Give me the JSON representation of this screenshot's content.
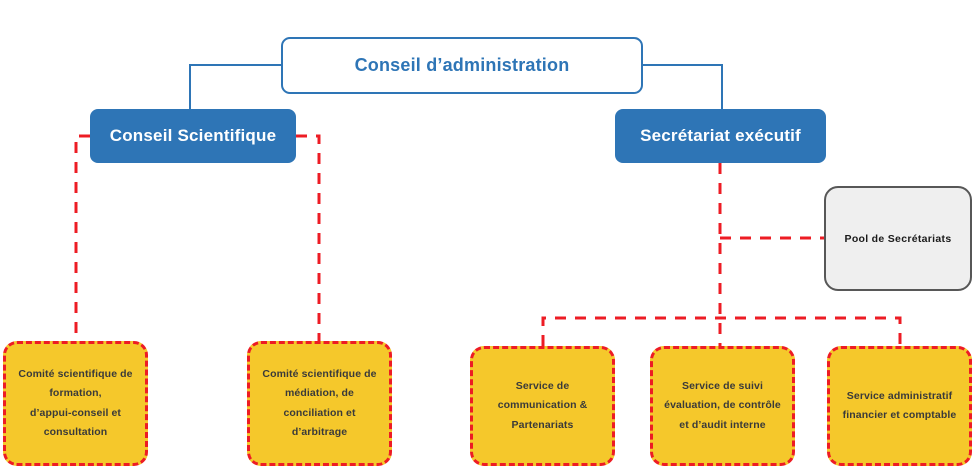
{
  "diagram": {
    "title_text": "Conseil d’administration",
    "type": "organizational-chart",
    "colors": {
      "blue": "#2E75B6",
      "yellow": "#F5C82B",
      "red_dashed": "#ED1C24",
      "grey_fill": "#EFEFEF",
      "grey_border": "#575757",
      "background": "#FFFFFF"
    },
    "nodes": {
      "root": {
        "label": "Conseil d’administration"
      },
      "conseil_scientifique": {
        "label": "Conseil Scientifique"
      },
      "secretariat_executif": {
        "label": "Secrétariat exécutif"
      },
      "pool_secretariats": {
        "label": "Pool de Secrétariats"
      },
      "comite_formation": {
        "label": "Comité scientifique de\nformation,\nd’appui-conseil et\nconsultation"
      },
      "comite_mediation": {
        "label": "Comité scientifique de\nmédiation, de\nconciliation et\nd’arbitrage"
      },
      "service_communication": {
        "label": "Service de\ncommunication &\nPartenariats"
      },
      "service_suivi": {
        "label": "Service de suivi\névaluation, de contrôle\net d’audit interne"
      },
      "service_administratif": {
        "label": "Service administratif\nfinancier et comptable"
      }
    }
  }
}
